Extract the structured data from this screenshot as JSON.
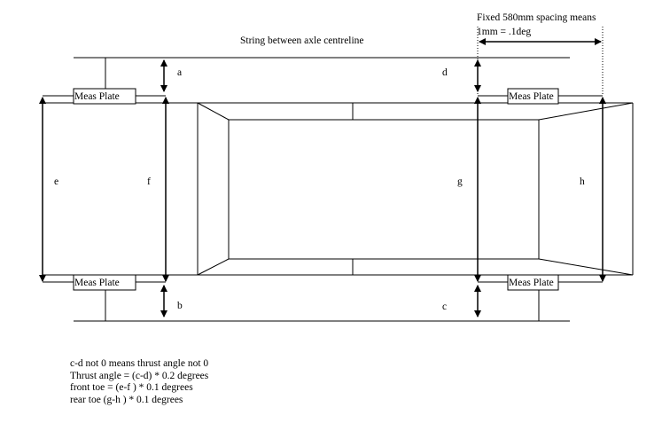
{
  "title": "String between axle centreline",
  "spacing_note": {
    "line1": "Fixed 580mm spacing means",
    "line2": "1mm = .1deg"
  },
  "plates": {
    "top_left": "Meas Plate",
    "top_right": "Meas Plate",
    "bottom_left": "Meas Plate",
    "bottom_right": "Meas Plate"
  },
  "labels": {
    "a": "a",
    "b": "b",
    "c": "c",
    "d": "d",
    "e": "e",
    "f": "f",
    "g": "g",
    "h": "h"
  },
  "notes": [
    "c-d not 0 means thrust angle not 0",
    "Thrust angle = (c-d) * 0.2 degrees",
    "front toe = (e-f ) * 0.1 degrees",
    "rear toe (g-h ) * 0.1 degrees"
  ]
}
